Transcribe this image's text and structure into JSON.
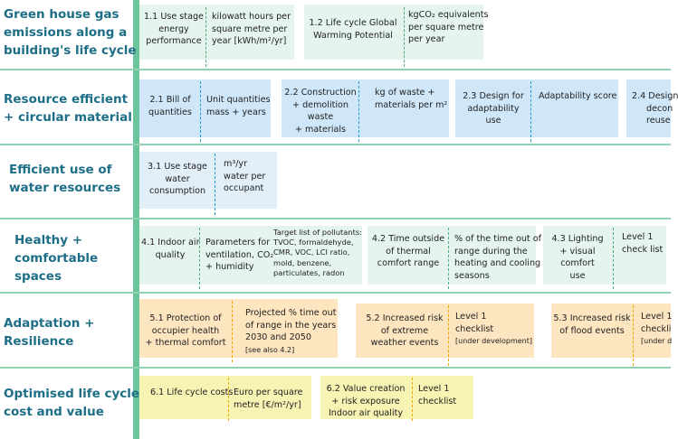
{
  "rows": [
    {
      "label": [
        "Green house gas",
        "emissions along a",
        "building's life cycle"
      ]
    },
    {
      "label": [
        "Resource efficient",
        "+ circular material"
      ]
    },
    {
      "label": [
        "Efficient use of",
        "water resources"
      ]
    },
    {
      "label": [
        "Healthy +",
        "comfortable",
        "spaces"
      ]
    },
    {
      "label": [
        "Adaptation +",
        "Resilience"
      ]
    },
    {
      "label": [
        "Optimised life cycle",
        "cost and value"
      ]
    }
  ],
  "cards": {
    "c11": {
      "name": [
        "1.1 Use stage",
        "energy",
        "performance"
      ],
      "unit": [
        "kilowatt hours per",
        "square metre per",
        "year  [kWh/m²/yr]"
      ]
    },
    "c12": {
      "name": [
        "1.2 Life cycle Global",
        "Warming Potential"
      ],
      "unit": [
        "kgCO₂ equivalents",
        "per square metre",
        "per year"
      ]
    },
    "c21": {
      "name": [
        "2.1 Bill of",
        "quantities"
      ],
      "unit": [
        "Unit quantities",
        "mass + years"
      ]
    },
    "c22": {
      "name": [
        "2.2 Construction",
        "+ demolition",
        "waste",
        "+ materials"
      ],
      "unit": [
        "kg of waste +",
        "materials per m²"
      ]
    },
    "c23": {
      "name": [
        "2.3 Design for",
        "adaptability",
        "use"
      ],
      "unit": [
        "Adaptability score"
      ]
    },
    "c24": {
      "name": [
        "2.4 Design",
        "decon",
        "reuse"
      ]
    },
    "c31": {
      "name": [
        "3.1 Use stage",
        "water",
        "consumption"
      ],
      "unit": [
        "m³/yr",
        "water per",
        "occupant"
      ]
    },
    "c41": {
      "name": [
        "4.1 Indoor air",
        "quality"
      ],
      "unit": [
        "Parameters for",
        "ventilation, CO₂",
        "+ humidity"
      ],
      "extra": [
        "Target list of pollutants:",
        "TVOC, formaldehyde,",
        "CMR, VOC, LCI ratio,",
        "mold, benzene,",
        "particulates, radon"
      ]
    },
    "c42": {
      "name": [
        "4.2 Time outside",
        "of thermal",
        "comfort range"
      ],
      "unit": [
        "% of the time out of",
        "range during the",
        "heating and cooling",
        "seasons"
      ]
    },
    "c43": {
      "name": [
        "4.3 Lighting",
        "+ visual",
        "comfort",
        "use"
      ],
      "unit": [
        "Level 1",
        "check list"
      ]
    },
    "c51": {
      "name": [
        "5.1 Protection of",
        "occupier health",
        "+ thermal comfort"
      ],
      "unit": [
        "Projected % time out",
        "of range in the years",
        "2030 and 2050",
        "[see also 4.2]"
      ]
    },
    "c52": {
      "name": [
        "5.2 Increased risk",
        "of extreme",
        "weather events"
      ],
      "unit": [
        "Level 1",
        "checklist",
        "[under development]"
      ]
    },
    "c53": {
      "name": [
        "5.3 Increased risk",
        "of flood events"
      ],
      "unit": [
        "Level 1",
        "checkli",
        "[under d"
      ]
    },
    "c61": {
      "name": [
        "6.1 Life cycle costs"
      ],
      "unit": [
        "Euro per square",
        "metre [€/m²/yr]"
      ]
    },
    "c62": {
      "name": [
        "6.2 Value creation",
        "+ risk exposure",
        "Indoor air quality"
      ],
      "unit": [
        "Level 1",
        "checklist"
      ]
    }
  },
  "colors": {
    "row_label": "#1d6e86",
    "divider": "#8fd3b2",
    "green": "#e6f4ee",
    "blue": "#cfe7f8",
    "orange": "#fde5c0",
    "yellow": "#f6f3b3",
    "dash_blue": "#1e9bd0",
    "dash_orange": "#f0a500"
  }
}
